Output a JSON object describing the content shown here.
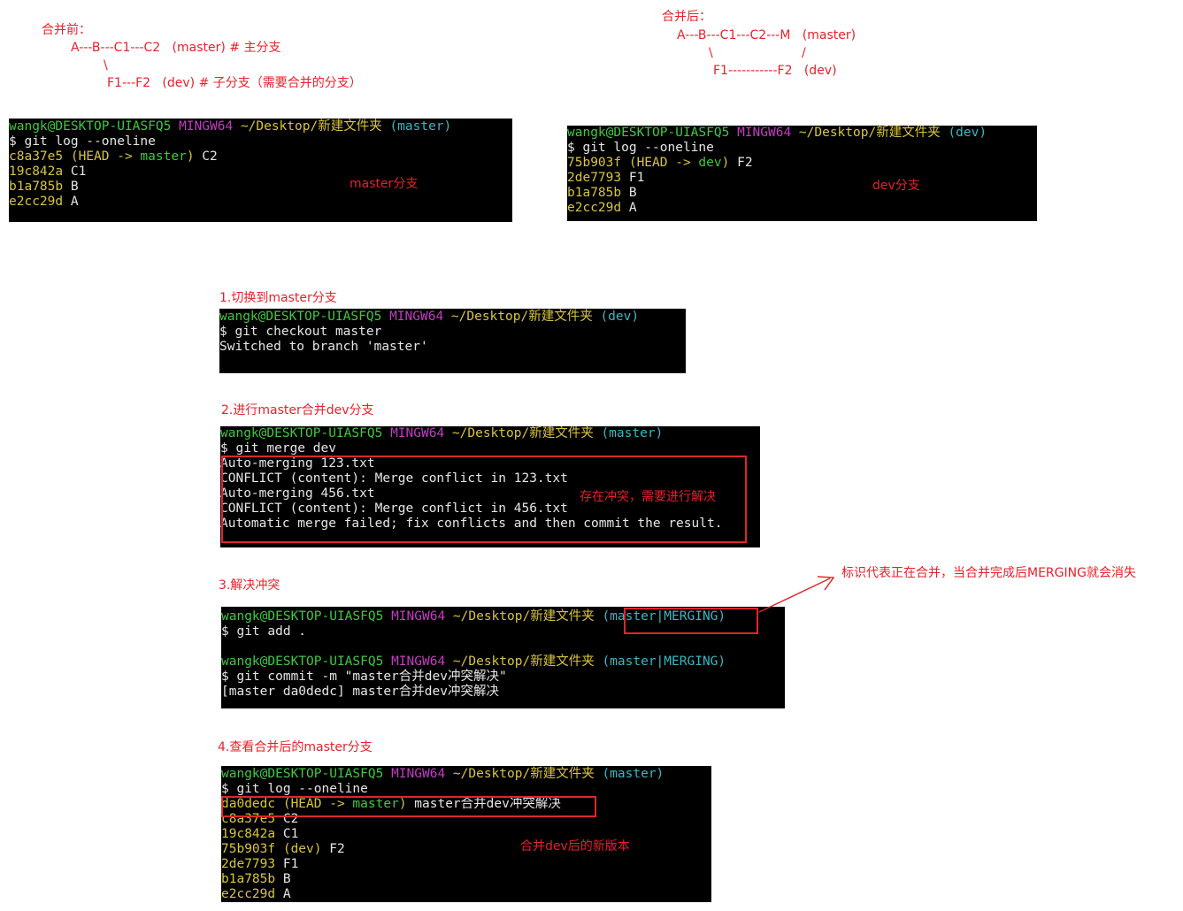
{
  "diagrams": {
    "before": {
      "title": "合并前：",
      "line1": "A---B---C1---C2   (master) # 主分支",
      "line2": "\\",
      "line3": "F1---F2   (dev) # 子分支（需要合并的分支）"
    },
    "after": {
      "title": "合并后：",
      "line1": "A---B---C1---C2---M   (master)",
      "line2a": "\\",
      "line2b": "/",
      "line3": "F1-----------F2   (dev)"
    }
  },
  "terminals": {
    "master_log": {
      "prompt": {
        "user": "wangk@DESKTOP-UIASFQ5",
        "env": "MINGW64",
        "path": "~/Desktop/新建文件夹",
        "branch": "(master)"
      },
      "command": "$ git log --oneline",
      "head_line": {
        "hash": "c8a37e5",
        "ref_open": "(HEAD -> ",
        "ref_branch": "master",
        "ref_close": ")",
        "msg": "C2"
      },
      "commits": [
        {
          "hash": "19c842a",
          "msg": "C1"
        },
        {
          "hash": "b1a785b",
          "msg": "B"
        },
        {
          "hash": "e2cc29d",
          "msg": "A"
        }
      ],
      "label": "master分支"
    },
    "dev_log": {
      "prompt": {
        "user": "wangk@DESKTOP-UIASFQ5",
        "env": "MINGW64",
        "path": "~/Desktop/新建文件夹",
        "branch": "(dev)"
      },
      "command": "$ git log --oneline",
      "head_line": {
        "hash": "75b903f",
        "ref_open": "(HEAD -> ",
        "ref_branch": "dev",
        "ref_close": ")",
        "msg": "F2"
      },
      "commits": [
        {
          "hash": "2de7793",
          "msg": "F1"
        },
        {
          "hash": "b1a785b",
          "msg": "B"
        },
        {
          "hash": "e2cc29d",
          "msg": "A"
        }
      ],
      "label": "dev分支"
    },
    "checkout": {
      "step": "1.切换到master分支",
      "prompt": {
        "user": "wangk@DESKTOP-UIASFQ5",
        "env": "MINGW64",
        "path": "~/Desktop/新建文件夹",
        "branch": "(dev)"
      },
      "command": "$ git checkout master",
      "output": "Switched to branch 'master'"
    },
    "merge": {
      "step": "2.进行master合并dev分支",
      "prompt": {
        "user": "wangk@DESKTOP-UIASFQ5",
        "env": "MINGW64",
        "path": "~/Desktop/新建文件夹",
        "branch": "(master)"
      },
      "command": "$ git merge dev",
      "output": [
        "Auto-merging 123.txt",
        "CONFLICT (content): Merge conflict in 123.txt",
        "Auto-merging 456.txt",
        "CONFLICT (content): Merge conflict in 456.txt",
        "Automatic merge failed; fix conflicts and then commit the result."
      ],
      "label": "存在冲突，需要进行解决"
    },
    "resolve": {
      "step": "3.解决冲突",
      "prompt1": {
        "user": "wangk@DESKTOP-UIASFQ5",
        "env": "MINGW64",
        "path": "~/Desktop/新建文件夹",
        "branch": "(master|MERGING)"
      },
      "command1": "$ git add .",
      "prompt2": {
        "user": "wangk@DESKTOP-UIASFQ5",
        "env": "MINGW64",
        "path": "~/Desktop/新建文件夹",
        "branch": "(master|MERGING)"
      },
      "command2": "$ git commit -m \"master合并dev冲突解决\"",
      "output": "[master da0dedc] master合并dev冲突解决",
      "annotation": "标识代表正在合并，当合并完成后MERGING就会消失"
    },
    "final_log": {
      "step": "4.查看合并后的master分支",
      "prompt": {
        "user": "wangk@DESKTOP-UIASFQ5",
        "env": "MINGW64",
        "path": "~/Desktop/新建文件夹",
        "branch": "(master)"
      },
      "command": "$ git log --oneline",
      "head_line": {
        "hash": "da0dedc",
        "ref_open": "(HEAD -> ",
        "ref_branch": "master",
        "ref_close": ")",
        "msg": "master合并dev冲突解决"
      },
      "commits": [
        {
          "hash": "c8a37e5",
          "msg": "C2",
          "ref": ""
        },
        {
          "hash": "19c842a",
          "msg": "C1",
          "ref": ""
        },
        {
          "hash": "75b903f",
          "msg": "F2",
          "ref": "(dev)"
        },
        {
          "hash": "2de7793",
          "msg": "F1",
          "ref": ""
        },
        {
          "hash": "b1a785b",
          "msg": "B",
          "ref": ""
        },
        {
          "hash": "e2cc29d",
          "msg": "A",
          "ref": ""
        }
      ],
      "label": "合并dev后的新版本"
    }
  },
  "colors": {
    "annotation": "#e8202a",
    "terminal_bg": "#000000",
    "prompt_user": "#3fc93f",
    "prompt_env": "#c33dc3",
    "prompt_path": "#d8c43e",
    "prompt_branch": "#36b9c4"
  }
}
